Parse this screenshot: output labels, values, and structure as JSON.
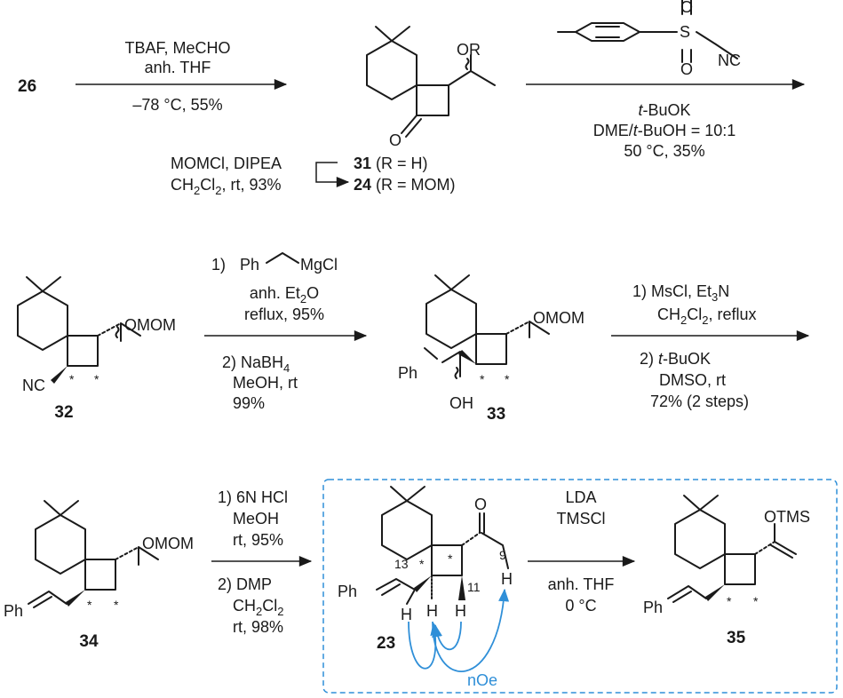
{
  "colors": {
    "ink": "#1a1a1a",
    "highlight": "#2f8fd8"
  },
  "compounds": {
    "c26": "26",
    "c31": "31",
    "c24": "24",
    "c32": "32",
    "c33": "33",
    "c34": "34",
    "c23": "23",
    "c35": "35",
    "c31_suffix": " (R = H)",
    "c24_suffix": " (R = MOM)"
  },
  "step1": {
    "reagents": "TBAF, MeCHO",
    "solvent": "anh. THF",
    "conditions": "–78 °C, 55%"
  },
  "step_mom": {
    "reagent": "MOMCl, DIPEA",
    "cond_a": "CH",
    "cond_sub1": "2",
    "cond_b": "Cl",
    "cond_sub2": "2",
    "cond_c": ", rt, 93%"
  },
  "step2": {
    "sulfonyl": "S",
    "oxygen": "O",
    "isocyanide": "NC",
    "base_italic": "t",
    "base_rest": "-BuOK",
    "solvent_a": "DME/",
    "solvent_italic": "t",
    "solvent_b": "-BuOH = 10:1",
    "conditions": "50 °C, 35%"
  },
  "step3": {
    "grignard_num": "1)",
    "ph": "Ph",
    "mgcl": "MgCl",
    "solvent_a": "anh. Et",
    "solvent_sub": "2",
    "solvent_b": "O",
    "cond1": "reflux, 95%",
    "red_num": "2) NaBH",
    "red_sub": "4",
    "red_solv": "MeOH, rt",
    "red_yield": "99%"
  },
  "step4": {
    "line1": "1) MsCl, Et",
    "line1_sub": "3",
    "line1_b": "N",
    "line2_a": "CH",
    "line2_sub1": "2",
    "line2_b": "Cl",
    "line2_sub2": "2",
    "line2_c": ", reflux",
    "line3_num": "2) ",
    "line3_italic": "t",
    "line3_rest": "-BuOK",
    "line4": "DMSO, rt",
    "line5": "72% (2 steps)"
  },
  "step5": {
    "line1": "1) 6N HCl",
    "line2": "MeOH",
    "line3": "rt, 95%",
    "line4": "2) DMP",
    "line5_a": "CH",
    "line5_sub1": "2",
    "line5_b": "Cl",
    "line5_sub2": "2",
    "line6": "rt, 98%"
  },
  "step6": {
    "line1": "LDA",
    "line2": "TMSCl",
    "line3": "anh. THF",
    "line4": "0 °C"
  },
  "labels": {
    "or": "OR",
    "o": "O",
    "omom": "OMOM",
    "nc": "NC",
    "oh": "OH",
    "ph": "Ph",
    "otms": "OTMS",
    "h": "H",
    "star": "*",
    "n13": "13",
    "n11": "11",
    "n9": "9",
    "noe": "nOe"
  }
}
